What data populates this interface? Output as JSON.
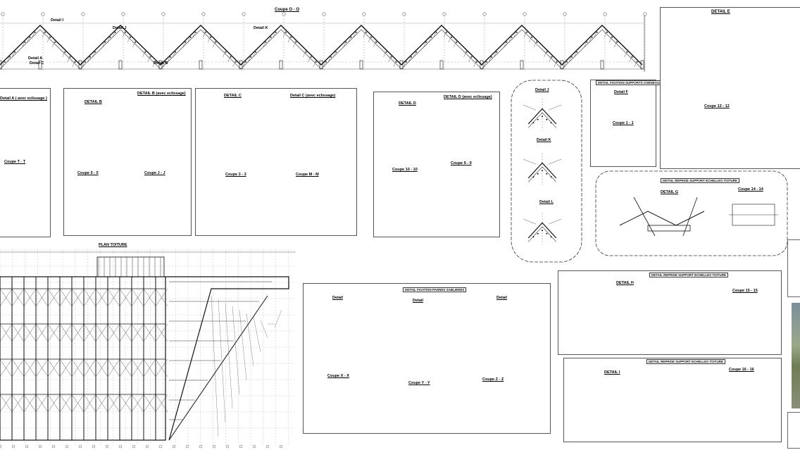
{
  "drawing": {
    "top_section_title": "Coupe O - O",
    "top_details": [
      "Detail I",
      "Detail J",
      "Detail K",
      "Detail A",
      "Detail C",
      "Detail B"
    ],
    "roof_plan_title": "PLAN TOITURE",
    "panels": [
      {
        "id": "detail-a",
        "title": "Detail A ( avec eclissage )",
        "section": "Coupe T - T"
      },
      {
        "id": "detail-b",
        "title": "DETAIL B",
        "title2": "DETAIL B (avec eclissage)",
        "section": "Coupe 5 - 5",
        "section2": "Coupe J - J"
      },
      {
        "id": "detail-c",
        "title": "DETAIL C",
        "title2": "Detail C (avec eclissage)",
        "section": "Coupe 3 - 3",
        "section2": "Coupe M - M"
      },
      {
        "id": "detail-d",
        "title": "DETAIL D",
        "title2": "DETAIL D (avec eclissage)",
        "section": "Coupe 10 - 10",
        "section2": "Coupe 9 - 9"
      },
      {
        "id": "detail-jkl",
        "title": "Detail J",
        "title2": "Detail K",
        "title3": "Detail L"
      },
      {
        "id": "detail-f",
        "box": "DETAIL FIXATION SUPPORTS CHENEAUX",
        "title": "Detail F",
        "section": "Coupe 1 - 1"
      },
      {
        "id": "detail-e",
        "title": "DETAIL E",
        "section": "Coupe 12 - 12"
      },
      {
        "id": "detail-g",
        "box": "DETAIL REPRISE SUPPORT ECHELLES TOITURE",
        "title": "DETAIL G",
        "section": "Coupe 14 - 14"
      },
      {
        "id": "detail-pannes",
        "box": "DETAIL FIXATION PANNES SABLIERES",
        "d1": "Detail",
        "d2": "Detail",
        "d3": "Detail",
        "s1": "Coupe X - X",
        "s2": "Coupe Y - Y",
        "s3": "Coupe Z - Z"
      },
      {
        "id": "detail-h",
        "box": "DETAIL REPRISE SUPPORT ECHELLES TOITURE",
        "title": "DETAIL H",
        "section": "Coupe 15 - 15"
      },
      {
        "id": "detail-i",
        "box": "DETAIL REPRISE SUPPORT ECHELLES TOITURE",
        "title": "DETAIL I",
        "section": "Coupe 16 - 16"
      }
    ]
  }
}
